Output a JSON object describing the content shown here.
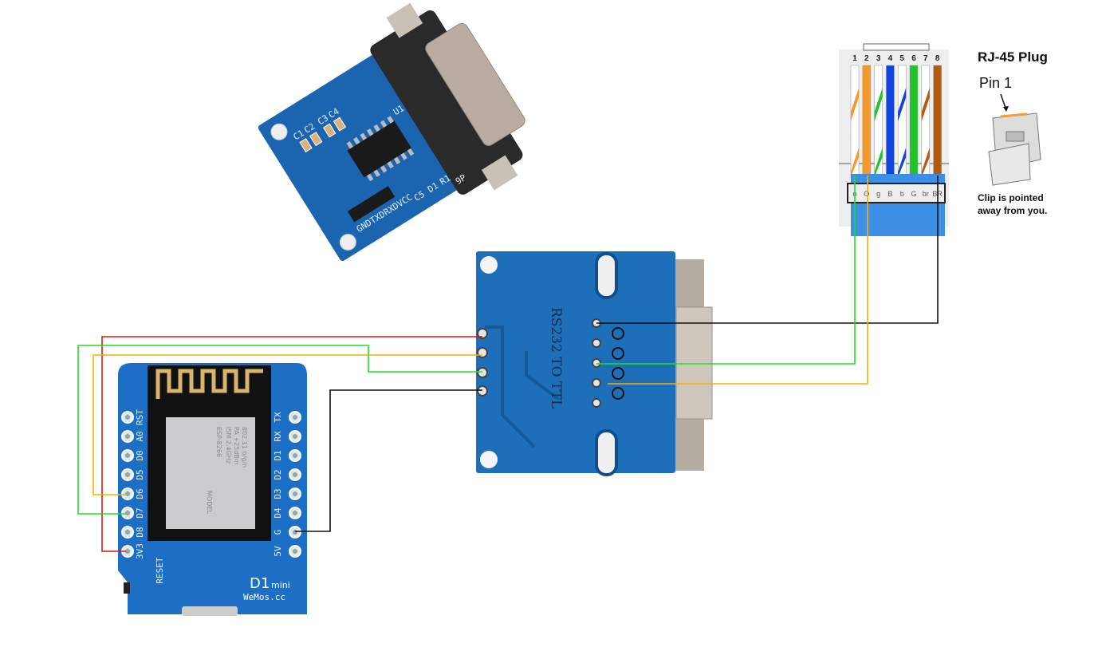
{
  "rs232_module_photo": {
    "silk_labels": [
      "C1",
      "C2",
      "C3",
      "C4",
      "U1",
      "GND",
      "TXD",
      "RXD",
      "VCC",
      "C5",
      "D1",
      "R1",
      "9P"
    ]
  },
  "ttl_board": {
    "label": "RS232 TO TTL"
  },
  "rj45": {
    "title": "RJ-45 Plug",
    "pin1_label": "Pin 1",
    "note_line1": "Clip is pointed",
    "note_line2": "away from you.",
    "pin_numbers": [
      "1",
      "2",
      "3",
      "4",
      "5",
      "6",
      "7",
      "8"
    ],
    "wire_codes": [
      "o",
      "O",
      "g",
      "B",
      "b",
      "G",
      "br",
      "BR"
    ],
    "wire_colors": [
      "#f39a2e",
      "#f39a2e",
      "#22c32a",
      "#1144dd",
      "#1144dd",
      "#22c32a",
      "#b55a0a",
      "#b55a0a"
    ],
    "striped": [
      true,
      false,
      true,
      false,
      true,
      false,
      true,
      false
    ]
  },
  "d1_mini": {
    "left_pins": [
      "RST",
      "A0",
      "D0",
      "D5",
      "D6",
      "D7",
      "D8",
      "3V3"
    ],
    "right_pins": [
      "TX",
      "RX",
      "D1",
      "D2",
      "D3",
      "D4",
      "G",
      "5V"
    ],
    "reset_label": "RESET",
    "brand": "D1",
    "brand_suffix": "mini",
    "site": "WeMos.cc",
    "module_text": [
      "ESP-8266",
      "ISM 2.4GHz",
      "PA +25dBm",
      "802.11 b/g/n",
      "MODEL"
    ]
  },
  "wires": {
    "colors": {
      "red": "#e0140e",
      "green": "#22dd22",
      "orange": "#f5b000",
      "black": "#111111"
    }
  }
}
